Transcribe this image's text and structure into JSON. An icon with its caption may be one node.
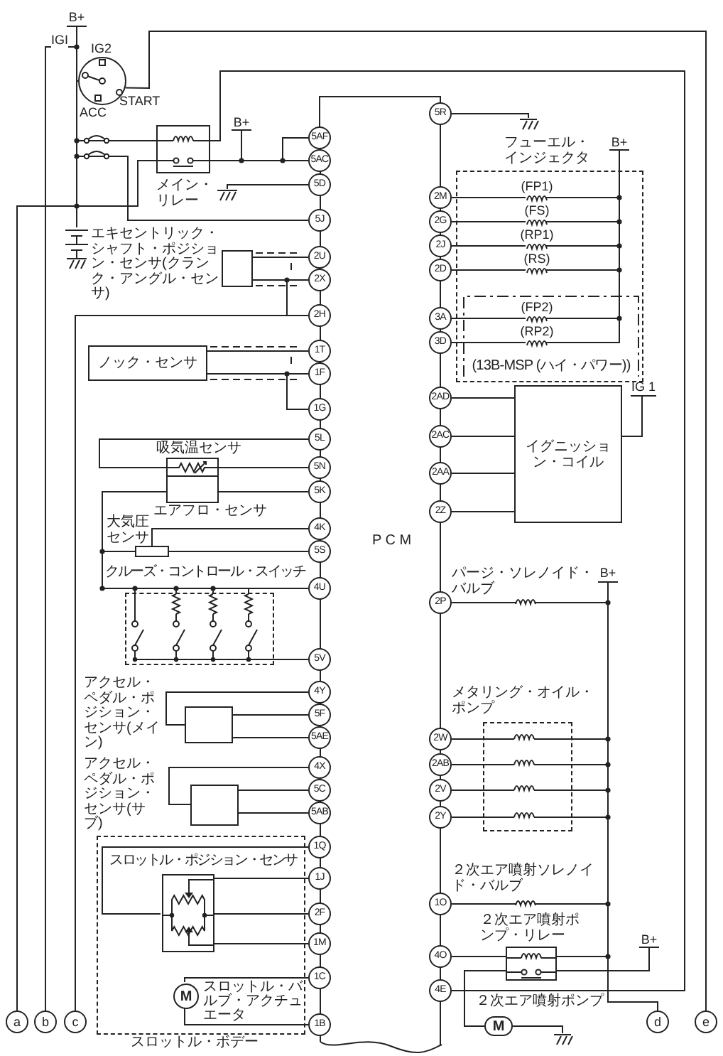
{
  "diagram": {
    "nodes": [
      {
        "text": [
          "B+"
        ]
      },
      {
        "text": [
          "IG2",
          "ACC",
          "START"
        ]
      },
      {
        "text": [
          "メイン・リレー"
        ]
      },
      {
        "text": [
          "B+"
        ]
      },
      {
        "text": [],
        "shape": "ground"
      },
      {
        "text": [],
        "shape": "battery"
      },
      {
        "text": [
          "エキセントリック・シャフト・ポジション・センサ(クランク・アングル・センサ)"
        ]
      },
      {
        "text": [
          "ノック・センサ"
        ]
      },
      {
        "text": [
          "吸気温センサ",
          "エアフロ・センサ"
        ]
      },
      {
        "text": [
          "大気圧センサ"
        ]
      },
      {
        "text": [
          "クルーズ・コントロール・スイッチ"
        ]
      },
      {
        "text": [
          "アクセル・ペダル・ポジション・センサ(メイン)"
        ]
      },
      {
        "text": [
          "アクセル・ペダル・ポジション・センサ(サブ)"
        ]
      },
      {
        "text": [
          "スロットル・ボデー"
        ]
      },
      {
        "text": [
          "スロットル・ポジション・センサ"
        ],
        "in": 13
      },
      {
        "text": [
          "M",
          "スロットル・バルブ・アクチュエータ"
        ],
        "in": 13
      },
      {
        "text": [
          "P C M"
        ]
      },
      {
        "text": [
          "5AF"
        ]
      },
      {
        "text": [
          "5AC"
        ]
      },
      {
        "text": [
          "5D"
        ]
      },
      {
        "text": [
          "5J"
        ]
      },
      {
        "text": [
          "2U"
        ]
      },
      {
        "text": [
          "2X"
        ]
      },
      {
        "text": [
          "2H"
        ]
      },
      {
        "text": [
          "1T"
        ]
      },
      {
        "text": [
          "1F"
        ]
      },
      {
        "text": [
          "1G"
        ]
      },
      {
        "text": [
          "5L"
        ]
      },
      {
        "text": [
          "5N"
        ]
      },
      {
        "text": [
          "5K"
        ]
      },
      {
        "text": [
          "4K"
        ]
      },
      {
        "text": [
          "5S"
        ]
      },
      {
        "text": [
          "4U"
        ]
      },
      {
        "text": [
          "5V"
        ]
      },
      {
        "text": [
          "4Y"
        ]
      },
      {
        "text": [
          "5F"
        ]
      },
      {
        "text": [
          "5AE"
        ]
      },
      {
        "text": [
          "4X"
        ]
      },
      {
        "text": [
          "5C"
        ]
      },
      {
        "text": [
          "5AB"
        ]
      },
      {
        "text": [
          "1Q"
        ]
      },
      {
        "text": [
          "1J"
        ]
      },
      {
        "text": [
          "2F"
        ]
      },
      {
        "text": [
          "1M"
        ]
      },
      {
        "text": [
          "1C"
        ]
      },
      {
        "text": [
          "1B"
        ]
      },
      {
        "text": [],
        "shape": "ground"
      },
      {
        "text": [
          "フューエル・インジェクタ"
        ]
      },
      {
        "text": [
          "B+"
        ]
      },
      {
        "text": [
          "(FP1)"
        ],
        "in": 47
      },
      {
        "text": [
          "(FS)"
        ],
        "in": 47
      },
      {
        "text": [
          "(RP1)"
        ],
        "in": 47
      },
      {
        "text": [
          "(RS)"
        ],
        "in": 47
      },
      {
        "text": [
          "(13B-MSP (ハイ・パワー))"
        ],
        "in": 47
      },
      {
        "text": [
          "(FP2)"
        ],
        "in": 53
      },
      {
        "text": [
          "(RP2)"
        ],
        "in": 53
      },
      {
        "text": [
          "イグニッション・コイル"
        ]
      },
      {
        "text": [
          "IG 1"
        ]
      },
      {
        "text": [
          "パージ・ソレノイド・バルブ"
        ]
      },
      {
        "text": [
          "B+"
        ]
      },
      {
        "text": [
          "メタリング・オイル・ポンプ"
        ]
      },
      {
        "text": [
          "２次エア噴射ソレノイド・バルブ"
        ]
      },
      {
        "text": [
          "２次エア噴射ポンプ・リレー"
        ]
      },
      {
        "text": [
          "B+"
        ]
      },
      {
        "text": [
          "２次エア噴射ポンプ",
          "M"
        ]
      },
      {
        "text": [],
        "shape": "ground"
      },
      {
        "text": [
          "5R"
        ]
      },
      {
        "text": [
          "2M"
        ]
      },
      {
        "text": [
          "2G"
        ]
      },
      {
        "text": [
          "2J"
        ]
      },
      {
        "text": [
          "2D"
        ]
      },
      {
        "text": [
          "3A"
        ]
      },
      {
        "text": [
          "3D"
        ]
      },
      {
        "text": [
          "2AD"
        ]
      },
      {
        "text": [
          "2AC"
        ]
      },
      {
        "text": [
          "2AA"
        ]
      },
      {
        "text": [
          "2Z"
        ]
      },
      {
        "text": [
          "2P"
        ]
      },
      {
        "text": [
          "2W"
        ]
      },
      {
        "text": [
          "2AB"
        ]
      },
      {
        "text": [
          "2V"
        ]
      },
      {
        "text": [
          "2Y"
        ]
      },
      {
        "text": [
          "1O"
        ]
      },
      {
        "text": [
          "4O"
        ]
      },
      {
        "text": [
          "4E"
        ]
      },
      {
        "text": [
          "a"
        ]
      },
      {
        "text": [
          "b"
        ]
      },
      {
        "text": [
          "c"
        ]
      },
      {
        "text": [
          "d"
        ]
      },
      {
        "text": [
          "e"
        ]
      }
    ],
    "edges": [
      {
        "from": 0,
        "to": 1,
        "arrow": "none"
      },
      {
        "from": 1,
        "to": 86,
        "arrow": "none",
        "label": "IGI"
      },
      {
        "from": 1,
        "to": 89,
        "arrow": "none"
      },
      {
        "from": 0,
        "to": 2,
        "arrow": "none"
      },
      {
        "from": 0,
        "to": 20,
        "arrow": "none"
      },
      {
        "from": 0,
        "to": 5,
        "arrow": "none"
      },
      {
        "from": 2,
        "to": 85,
        "arrow": "none"
      },
      {
        "from": 84,
        "to": 2,
        "arrow": "none"
      },
      {
        "from": 2,
        "to": 18,
        "arrow": "none"
      },
      {
        "from": 3,
        "to": 18,
        "arrow": "none"
      },
      {
        "from": 18,
        "to": 17,
        "arrow": "none"
      },
      {
        "from": 17,
        "to": 66,
        "arrow": "none"
      },
      {
        "from": 19,
        "to": 4,
        "arrow": "none"
      },
      {
        "from": 6,
        "to": 21,
        "arrow": "none"
      },
      {
        "from": 6,
        "to": 22,
        "arrow": "none"
      },
      {
        "from": 22,
        "to": 23,
        "arrow": "none"
      },
      {
        "from": 23,
        "to": 87,
        "arrow": "none"
      },
      {
        "from": 7,
        "to": 24,
        "arrow": "none"
      },
      {
        "from": 7,
        "to": 25,
        "arrow": "none"
      },
      {
        "from": 25,
        "to": 26,
        "arrow": "none"
      },
      {
        "from": 27,
        "to": 8,
        "arrow": "none"
      },
      {
        "from": 8,
        "to": 28,
        "arrow": "none"
      },
      {
        "from": 8,
        "to": 29,
        "arrow": "none"
      },
      {
        "from": 8,
        "to": 32,
        "arrow": "none"
      },
      {
        "from": 9,
        "to": 30,
        "arrow": "none"
      },
      {
        "from": 9,
        "to": 31,
        "arrow": "none"
      },
      {
        "from": 9,
        "to": 32,
        "arrow": "none"
      },
      {
        "from": 10,
        "to": 32,
        "arrow": "none"
      },
      {
        "from": 10,
        "to": 33,
        "arrow": "none"
      },
      {
        "from": 34,
        "to": 11,
        "arrow": "none"
      },
      {
        "from": 11,
        "to": 35,
        "arrow": "none"
      },
      {
        "from": 11,
        "to": 36,
        "arrow": "none"
      },
      {
        "from": 37,
        "to": 12,
        "arrow": "none"
      },
      {
        "from": 12,
        "to": 38,
        "arrow": "none"
      },
      {
        "from": 12,
        "to": 39,
        "arrow": "none"
      },
      {
        "from": 40,
        "to": 14,
        "arrow": "none"
      },
      {
        "from": 41,
        "to": 14,
        "arrow": "none"
      },
      {
        "from": 42,
        "to": 14,
        "arrow": "none"
      },
      {
        "from": 43,
        "to": 14,
        "arrow": "none"
      },
      {
        "from": 44,
        "to": 15,
        "arrow": "none"
      },
      {
        "from": 45,
        "to": 15,
        "arrow": "none"
      },
      {
        "from": 66,
        "to": 46,
        "arrow": "none"
      },
      {
        "from": 67,
        "to": 49,
        "arrow": "none"
      },
      {
        "from": 68,
        "to": 50,
        "arrow": "none"
      },
      {
        "from": 69,
        "to": 51,
        "arrow": "none"
      },
      {
        "from": 70,
        "to": 52,
        "arrow": "none"
      },
      {
        "from": 71,
        "to": 54,
        "arrow": "none"
      },
      {
        "from": 72,
        "to": 55,
        "arrow": "none"
      },
      {
        "from": 49,
        "to": 48,
        "arrow": "none"
      },
      {
        "from": 50,
        "to": 48,
        "arrow": "none"
      },
      {
        "from": 51,
        "to": 48,
        "arrow": "none"
      },
      {
        "from": 52,
        "to": 48,
        "arrow": "none"
      },
      {
        "from": 54,
        "to": 48,
        "arrow": "none"
      },
      {
        "from": 55,
        "to": 48,
        "arrow": "none"
      },
      {
        "from": 73,
        "to": 56,
        "arrow": "none"
      },
      {
        "from": 74,
        "to": 56,
        "arrow": "none"
      },
      {
        "from": 75,
        "to": 56,
        "arrow": "none"
      },
      {
        "from": 76,
        "to": 56,
        "arrow": "none"
      },
      {
        "from": 56,
        "to": 57,
        "arrow": "none"
      },
      {
        "from": 77,
        "to": 58,
        "arrow": "none"
      },
      {
        "from": 58,
        "to": 59,
        "arrow": "none"
      },
      {
        "from": 78,
        "to": 60,
        "arrow": "none"
      },
      {
        "from": 79,
        "to": 60,
        "arrow": "none"
      },
      {
        "from": 80,
        "to": 60,
        "arrow": "none"
      },
      {
        "from": 81,
        "to": 60,
        "arrow": "none"
      },
      {
        "from": 60,
        "to": 59,
        "arrow": "none"
      },
      {
        "from": 60,
        "to": 59,
        "arrow": "none"
      },
      {
        "from": 60,
        "to": 59,
        "arrow": "none"
      },
      {
        "from": 60,
        "to": 59,
        "arrow": "none"
      },
      {
        "from": 59,
        "to": 88,
        "arrow": "none"
      },
      {
        "from": 82,
        "to": 61,
        "arrow": "none"
      },
      {
        "from": 61,
        "to": 59,
        "arrow": "none"
      },
      {
        "from": 83,
        "to": 62,
        "arrow": "none"
      },
      {
        "from": 62,
        "to": 59,
        "arrow": "none"
      },
      {
        "from": 62,
        "to": 63,
        "arrow": "none"
      },
      {
        "from": 62,
        "to": 64,
        "arrow": "none"
      },
      {
        "from": 64,
        "to": 65,
        "arrow": "none"
      }
    ]
  }
}
